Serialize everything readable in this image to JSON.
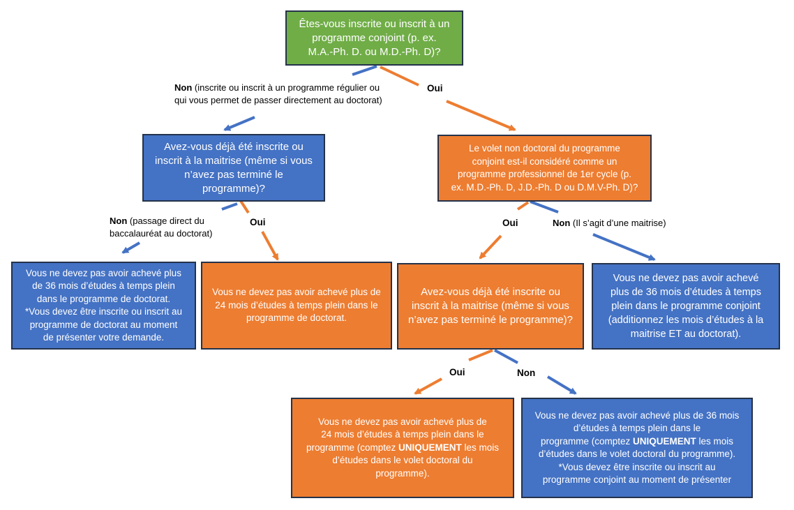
{
  "colors": {
    "question_green": "#70ad47",
    "blue": "#4472c4",
    "orange": "#ed7d31",
    "arrow_blue": "#4472c4",
    "arrow_orange": "#ed7d31"
  },
  "nodes": {
    "q1": "Êtes-vous inscrite ou inscrit à un\nprogramme conjoint  (p. ex.\nM.A.-Ph. D. ou  M.D.-Ph. D)?",
    "q2": "Avez-vous déjà été inscrite ou\ninscrit à la maitrise (même si vous\nn’avez pas terminé le\nprogramme)?",
    "q3": "Le volet non doctoral du programme\nconjoint est-il considéré comme un\nprogramme professionnel de 1er cycle  (p.\nex. M.D.-Ph. D, J.D.-Ph. D ou  D.M.V-Ph. D)?",
    "r1": "Vous ne devez pas avoir achevé plus\nde 36 mois d’études à temps plein\ndans le programme de doctorat.\n*Vous devez être inscrite ou inscrit au\nprogramme de doctorat au moment\nde présenter votre demande.",
    "r2": "Vous ne devez pas avoir achevé plus de\n24 mois d’études à temps plein dans le\nprogramme de doctorat.",
    "q4": "Avez-vous déjà été inscrite ou\ninscrit à la maitrise (même si vous\nn’avez pas terminé le programme)?",
    "r3": "Vous ne devez pas avoir achevé\nplus de 36 mois d’études à temps\nplein dans le programme conjoint\n(additionnez les mois d’études à la\nmaitrise ET au doctorat).",
    "r4_pre": "Vous ne devez pas avoir achevé plus de\n24 mois d’études à temps plein dans le\nprogramme (comptez ",
    "r4_bold": "UNIQUEMENT",
    "r4_post": " les mois\nd’études dans le volet doctoral du\nprogramme).",
    "r5_pre": "Vous ne devez pas avoir achevé plus de 36 mois\nd’études à temps plein dans le\nprogramme  (comptez ",
    "r5_bold": "UNIQUEMENT",
    "r5_post": " les mois\nd’études  dans le volet doctoral du programme).\n*Vous devez être inscrite ou inscrit au\nprogramme conjoint au moment de présenter"
  },
  "edge_labels": {
    "q1_non_bold": "Non",
    "q1_non_text": " (inscrite ou inscrit à un programme régulier ou\nqui vous permet de passer directement au doctorat)",
    "q1_oui": "Oui",
    "q2_non_bold": "Non",
    "q2_non_text": " (passage direct du\nbaccalauréat au doctorat)",
    "q2_oui": "Oui",
    "q3_oui": "Oui",
    "q3_non_bold": "Non",
    "q3_non_text": " (Il s’agit d’une maitrise)",
    "q4_oui": "Oui",
    "q4_non": "Non"
  }
}
